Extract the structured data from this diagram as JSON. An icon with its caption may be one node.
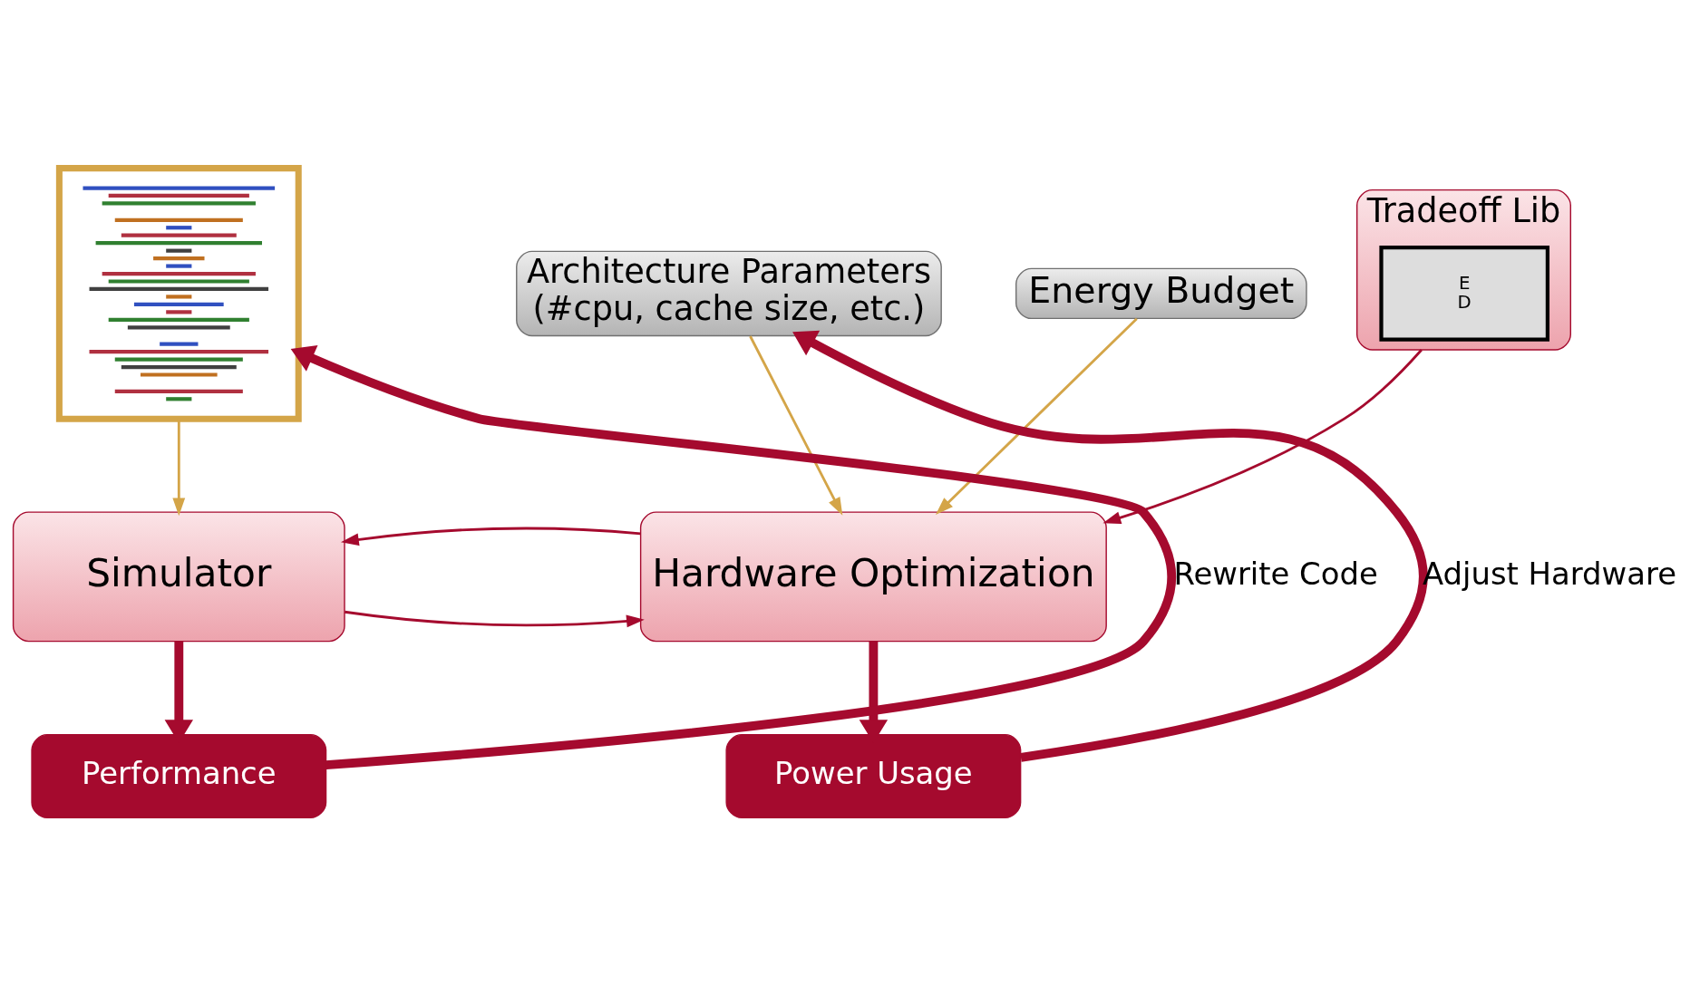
{
  "diagram": {
    "nodes": [
      {
        "text": [],
        "shape": "picture"
      },
      {
        "text": [
          "Architecture Parameters",
          "(#cpu, cache size, etc.)"
        ]
      },
      {
        "text": [
          "Energy Budget"
        ]
      },
      {
        "text": [
          "Simulator"
        ]
      },
      {
        "text": [
          "Hardware Optimization"
        ]
      },
      {
        "text": [
          "Tradeoff Lib"
        ]
      },
      {
        "text": [
          "E",
          "D"
        ],
        "in": 5
      },
      {
        "text": [
          "Performance"
        ]
      },
      {
        "text": [
          "Power Usage"
        ]
      }
    ],
    "edges": [
      {
        "from": 0,
        "to": 3,
        "arrow": "to",
        "color": "#d4a548"
      },
      {
        "from": 1,
        "to": 4,
        "arrow": "to",
        "color": "#d4a548"
      },
      {
        "from": 2,
        "to": 4,
        "arrow": "to",
        "color": "#d4a548"
      },
      {
        "from": 3,
        "to": 4,
        "arrow": "to"
      },
      {
        "from": 4,
        "to": 3,
        "arrow": "to"
      },
      {
        "from": 5,
        "to": 4,
        "arrow": "to"
      },
      {
        "from": 3,
        "to": 7,
        "arrow": "to",
        "style": "thick"
      },
      {
        "from": 4,
        "to": 8,
        "arrow": "to",
        "style": "thick"
      },
      {
        "from": 7,
        "to": 0,
        "arrow": "to",
        "style": "thick",
        "label": "Rewrite Code"
      },
      {
        "from": 8,
        "to": 1,
        "arrow": "to",
        "style": "thick",
        "label": "Adjust Hardware"
      }
    ]
  }
}
